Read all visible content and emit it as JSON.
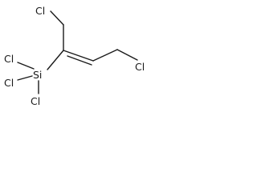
{
  "molecule": {
    "atoms": {
      "cl_top": "Cl",
      "cl_right": "Cl",
      "si": "Si",
      "cl_si_upper": "Cl",
      "cl_si_left": "Cl",
      "cl_si_lower": "Cl"
    }
  }
}
